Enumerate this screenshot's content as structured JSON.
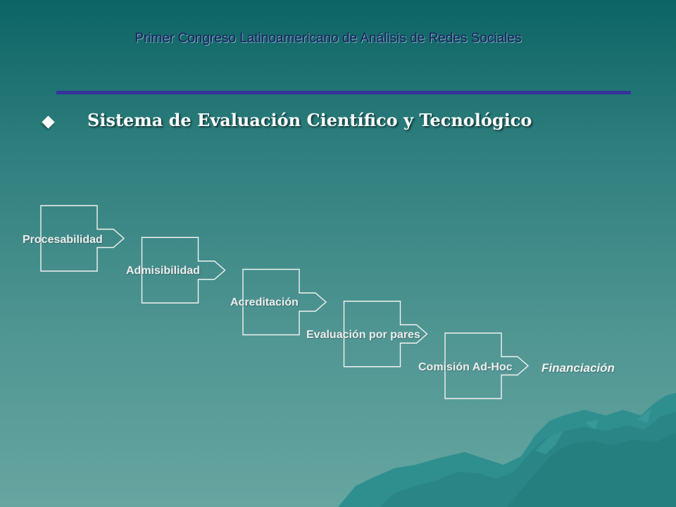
{
  "header": {
    "text": "Primer Congreso Latinoamericano de Análisis de Redes Sociales"
  },
  "slide": {
    "title": "Sistema de Evaluación Científico y Tecnológico"
  },
  "process": {
    "steps": [
      {
        "label": "Procesabilidad"
      },
      {
        "label": "Admisibilidad"
      },
      {
        "label": "Acreditación"
      },
      {
        "label": "Evaluación por pares"
      },
      {
        "label": "Comisión Ad-Hoc"
      }
    ],
    "outcome": "Financiación"
  },
  "colors": {
    "header_text": "#1a1a66",
    "rule": "#35339a",
    "shape_outline": "#f2f2f2",
    "mountain": "#2f8f8f"
  }
}
